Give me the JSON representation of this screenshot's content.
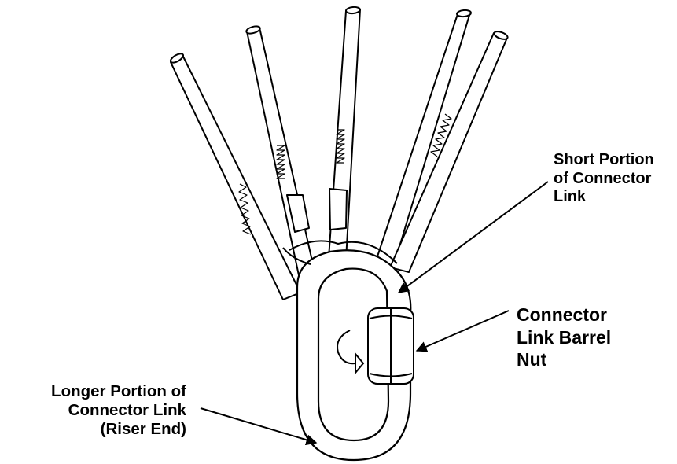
{
  "labels": {
    "short_portion": [
      "Short Portion",
      "of Connector",
      "Link"
    ],
    "barrel_nut": [
      "Connector",
      "Link Barrel",
      "Nut"
    ],
    "longer_portion": [
      "Longer Portion of",
      "Connector Link",
      "(Riser End)"
    ]
  },
  "colors": {
    "stroke": "#000000",
    "fill": "#ffffff"
  },
  "icons": {
    "rotation": "rotation-arrow-icon"
  }
}
